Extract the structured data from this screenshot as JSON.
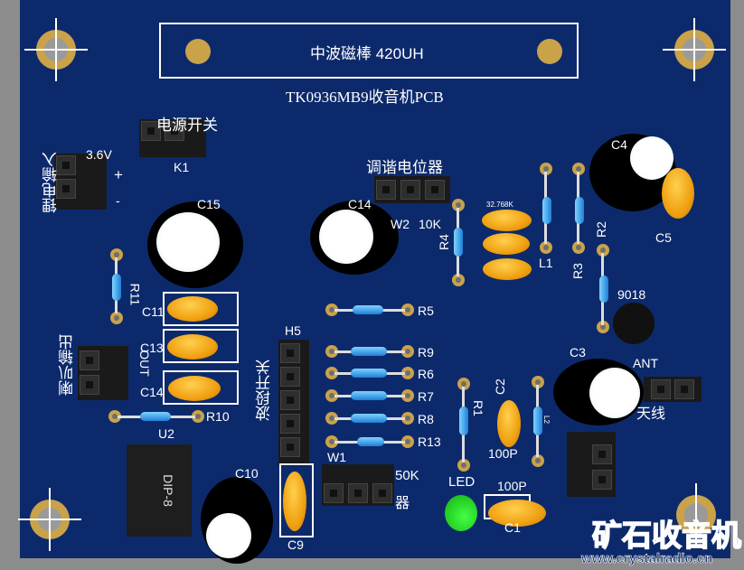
{
  "title_box": {
    "antenna_label": "中波磁棒  420UH"
  },
  "board_title": "TK0936MB9收音机PCB",
  "labels": {
    "power_switch": "电源开关",
    "k1": "K1",
    "voltage": "3.6V",
    "plus": "+",
    "minus": "-",
    "battery_in": "锂电输入",
    "c15": "C15",
    "c14_top": "C14",
    "tuning_pot": "调谐电位器",
    "w2": "W2",
    "w2_value": "10K",
    "r4": "R4",
    "crystal": "32.768K",
    "l1": "L1",
    "r3": "R3",
    "r2": "R2",
    "c4": "C4",
    "c5": "C5",
    "transistor": "9018",
    "r11": "R11",
    "c11": "C11",
    "c13": "C13",
    "c14": "C14",
    "speaker_out": "喇叭输出",
    "out": "OUT",
    "r10": "R10",
    "h5": "H5",
    "band_switch": "波段开关",
    "r5": "R5",
    "r9": "R9",
    "r6": "R6",
    "r7": "R7",
    "r8": "R8",
    "r13": "R13",
    "w1": "W1",
    "w1_value": "50K",
    "volume_pot_tail": "器",
    "c3": "C3",
    "ant": "ANT",
    "antenna_tail": "天线",
    "r1": "R1",
    "c2": "C2",
    "c2_value": "100P",
    "l2": "L2",
    "led": "LED",
    "c1_value": "100P",
    "c1": "C1",
    "u2": "U2",
    "dip8": "DIP-8",
    "c10": "C10",
    "c9": "C9"
  },
  "watermark": {
    "brand": "矿石收音机",
    "url": "www.crystalradio.cn"
  },
  "colors": {
    "board": "#0c2a6b",
    "silkscreen": "#ffffff",
    "pad": "#c9a24a",
    "ceramic_cap": "#f0a010",
    "led": "#22e022"
  }
}
